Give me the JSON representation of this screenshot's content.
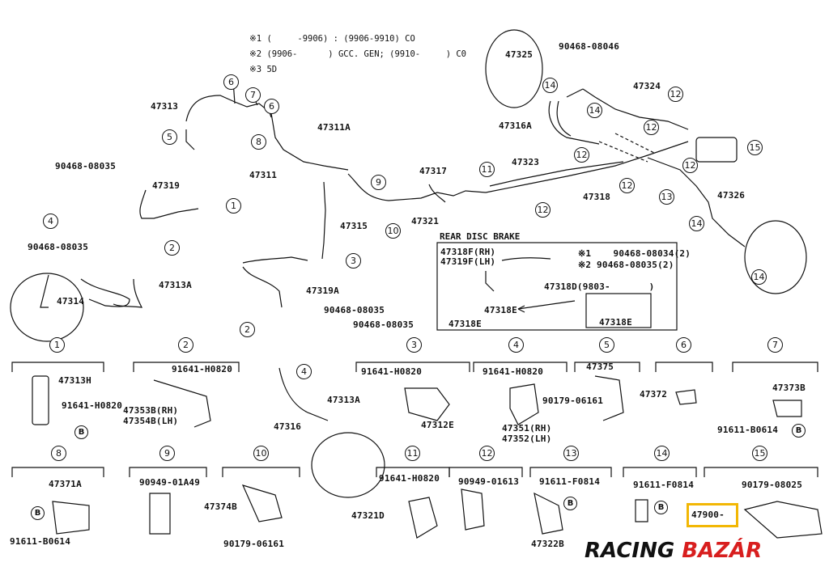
{
  "notes": [
    "※1 (     -9906) : (9906-9910) CO",
    "※2 (9906-      ) GCC. GEN; (9910-     ) C0",
    "※3 5D"
  ],
  "rear_disc_brake": {
    "title": "REAR DISC BRAKE",
    "items": [
      "47318F(RH)",
      "47319F(LH)",
      "※1    90468-08034(2)",
      "※2 90468-08035(2)",
      "47318D(9803-       )",
      "47318E",
      "47318E",
      "47318E"
    ]
  },
  "main_labels": [
    "47313",
    "47311A",
    "47311",
    "47317",
    "47323",
    "47318",
    "47316A",
    "47324",
    "47325",
    "90468-08046",
    "47326",
    "90468-08035",
    "47319",
    "90468-08035",
    "47313A",
    "47314",
    "47315",
    "47319A",
    "90468-08035",
    "90468-08035",
    "47321",
    "47313A",
    "47316"
  ],
  "sub_parts": [
    {
      "num": "1",
      "labels": [
        "47313H",
        "91641-H0820"
      ]
    },
    {
      "num": "2",
      "labels": [
        "91641-H0820",
        "47353B(RH)",
        "47354B(LH)"
      ]
    },
    {
      "num": "3",
      "labels": [
        "91641-H0820",
        "47312E"
      ]
    },
    {
      "num": "4",
      "labels": [
        "91641-H0820",
        "47351(RH)",
        "47352(LH)"
      ]
    },
    {
      "num": "5",
      "labels": [
        "47375",
        "90179-06161"
      ]
    },
    {
      "num": "6",
      "labels": [
        "47372"
      ]
    },
    {
      "num": "7",
      "labels": [
        "47373B",
        "91611-B0614"
      ]
    },
    {
      "num": "8",
      "labels": [
        "47371A",
        "91611-B0614"
      ]
    },
    {
      "num": "9",
      "labels": [
        "90949-01A49"
      ]
    },
    {
      "num": "10",
      "labels": [
        "47374B",
        "90179-06161"
      ]
    },
    {
      "num": "11",
      "labels": [
        "91641-H0820",
        "47321D"
      ]
    },
    {
      "num": "12",
      "labels": [
        "90949-01613"
      ]
    },
    {
      "num": "13",
      "labels": [
        "91611-F0814",
        "47322B"
      ]
    },
    {
      "num": "14",
      "labels": [
        "91611-F0814"
      ]
    },
    {
      "num": "15",
      "labels": [
        "90179-08025",
        "47900-"
      ]
    }
  ],
  "highlighted_part": "47900-",
  "brand": {
    "part1": "RACING ",
    "part2": "BAZÁR",
    "color_accent": "#d81e1e"
  },
  "highlight_color": "#f2b705",
  "circle_markers": [
    "1",
    "2",
    "3",
    "4",
    "5",
    "6",
    "7",
    "8",
    "9",
    "10",
    "11",
    "12",
    "13",
    "14",
    "15"
  ],
  "b_marker": "B"
}
